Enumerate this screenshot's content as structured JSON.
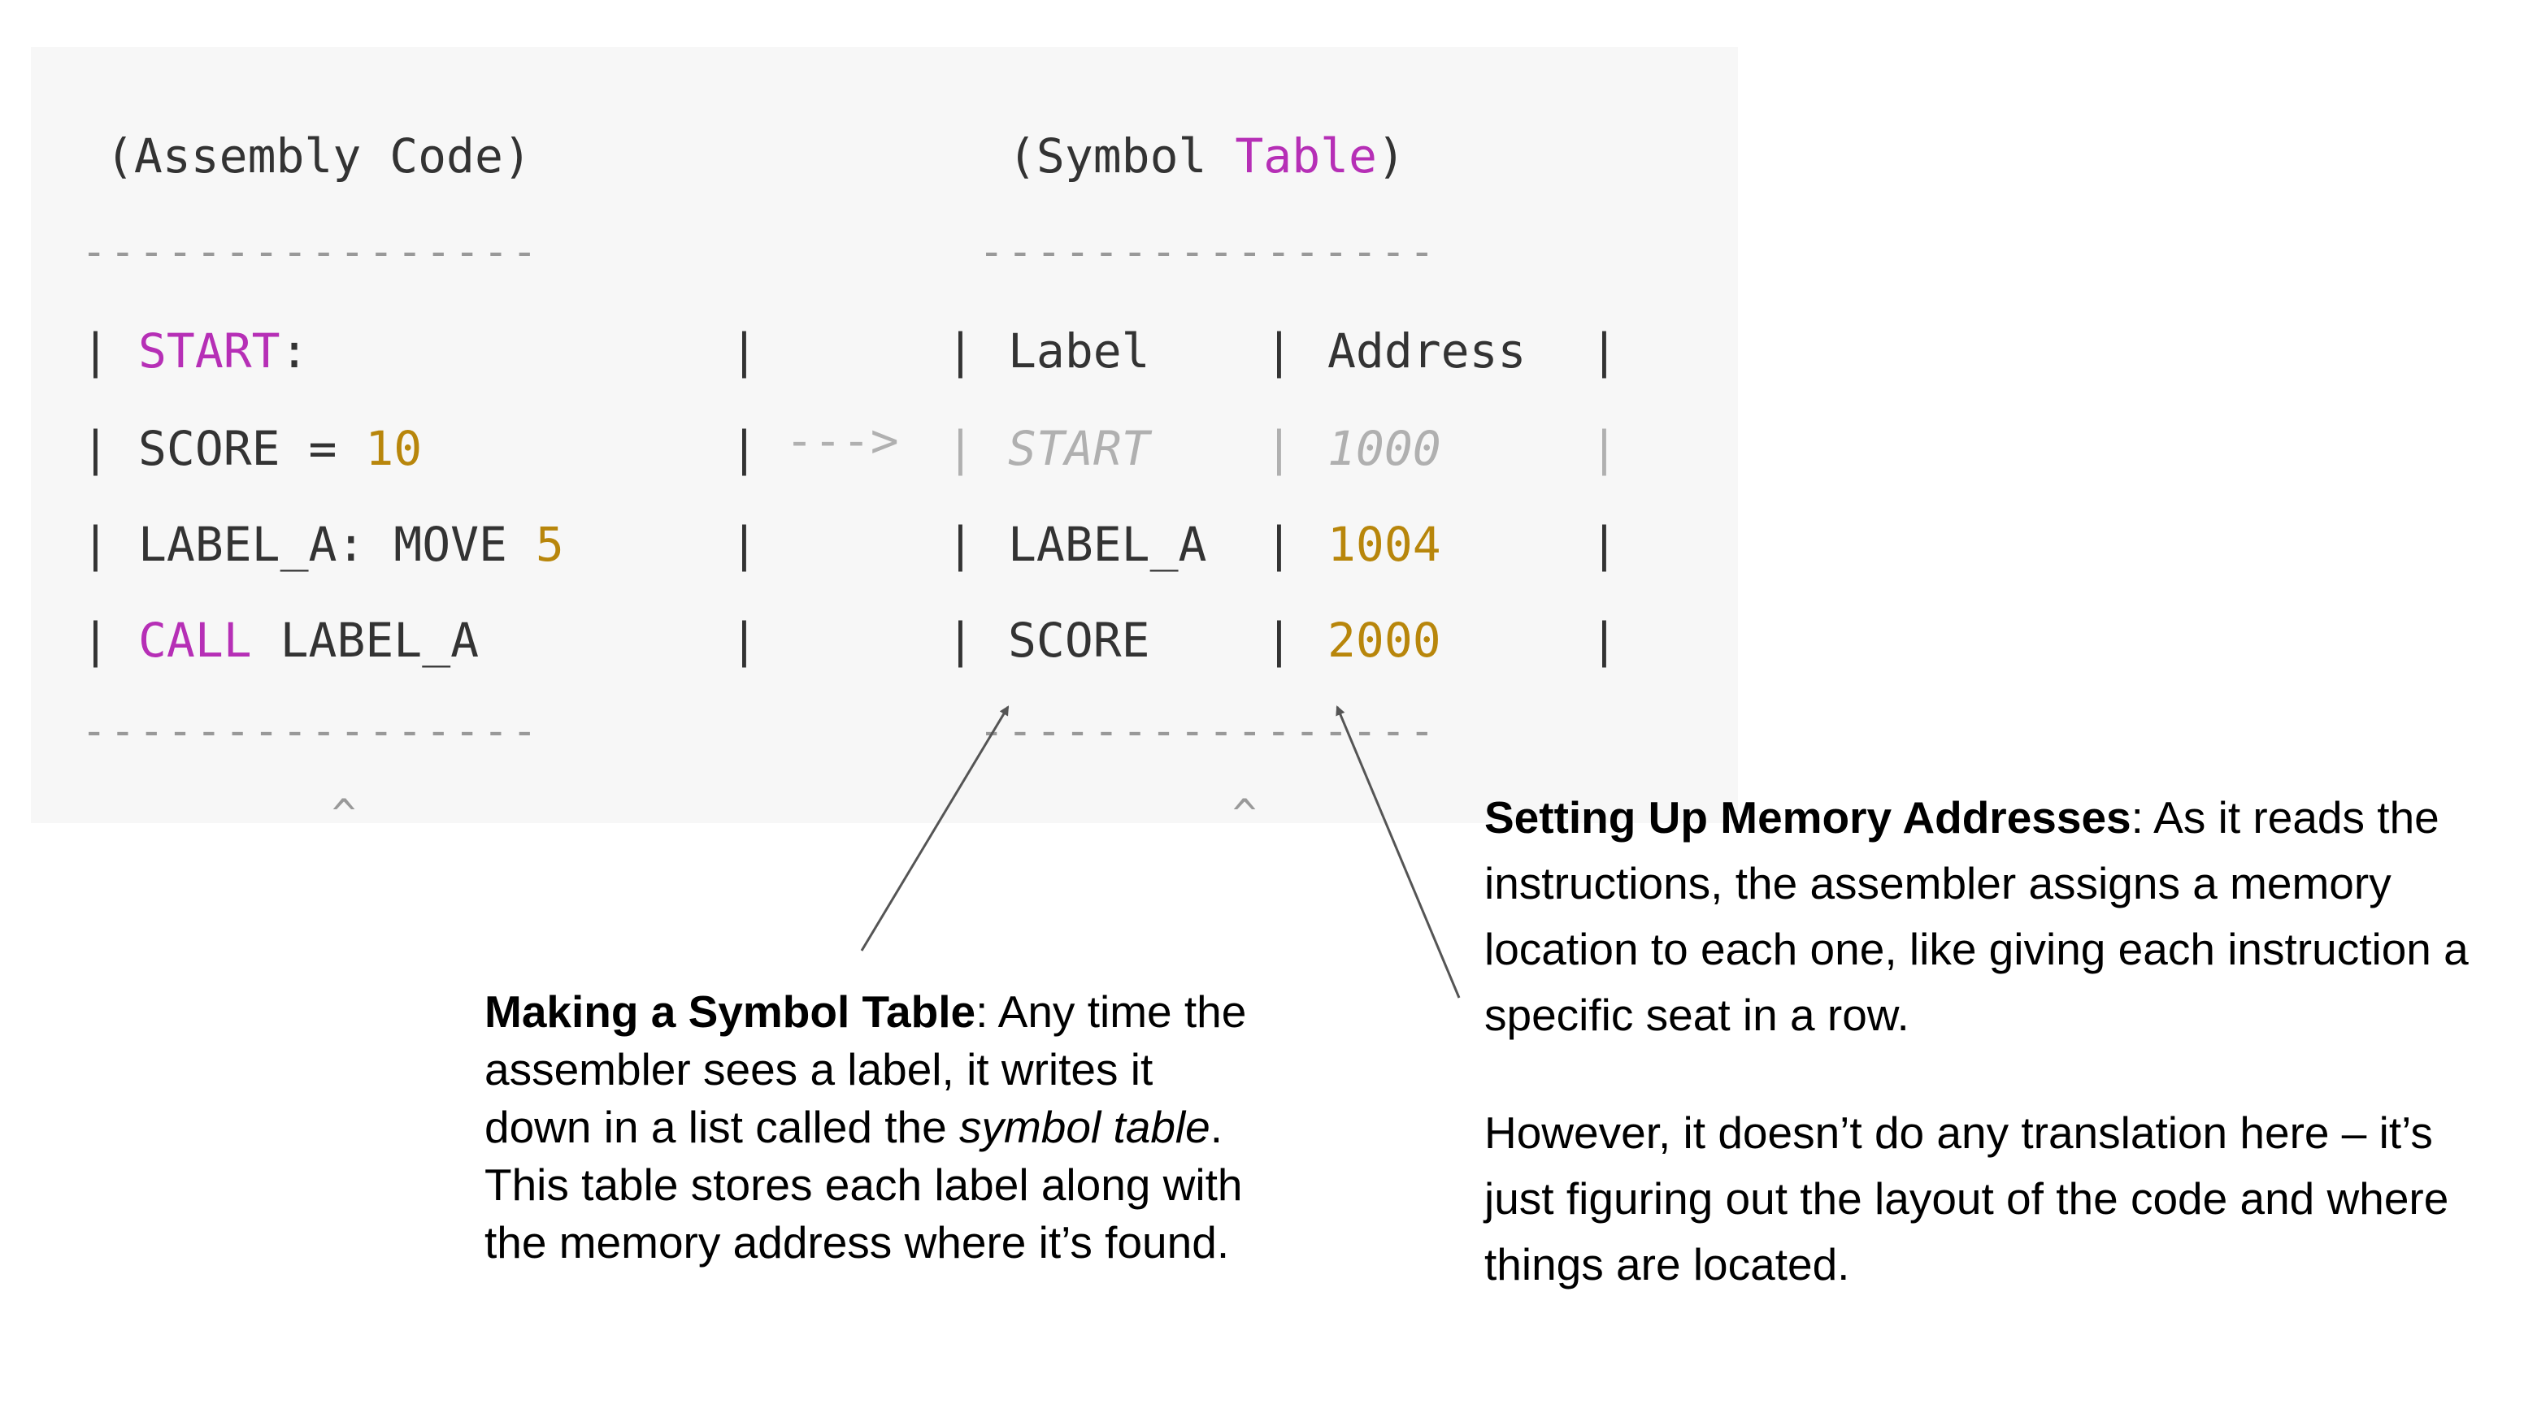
{
  "assembly": {
    "heading": "(Assembly Code)",
    "rows": [
      [
        {
          "t": "START",
          "c": "kw"
        },
        {
          "t": ":",
          "c": ""
        }
      ],
      [
        {
          "t": "SCORE = ",
          "c": ""
        },
        {
          "t": "10",
          "c": "num"
        }
      ],
      [
        {
          "t": "LABEL_A: MOVE ",
          "c": ""
        },
        {
          "t": "5",
          "c": "num"
        }
      ],
      [
        {
          "t": "CALL",
          "c": "kw"
        },
        {
          "t": " LABEL_A",
          "c": ""
        }
      ]
    ]
  },
  "symbol_table": {
    "heading_prefix": "(Symbol ",
    "heading_keyword": "Table",
    "heading_suffix": ")",
    "columns": [
      "Label",
      "Address"
    ],
    "rows": [
      {
        "label": "START",
        "address": "1000",
        "faded": true
      },
      {
        "label": "LABEL_A",
        "address": "1004",
        "faded": false
      },
      {
        "label": "SCORE",
        "address": "2000",
        "faded": false
      }
    ]
  },
  "arrow_text": "--->",
  "divider": "----------------",
  "caret": "^",
  "annotations": {
    "symbol_table": {
      "title": "Making a Symbol Table",
      "text_1": ": Any time the assembler sees a label, it writes it down in a list called the ",
      "text_italic": "symbol table",
      "text_2": ". This table stores each label along with the memory address where it’s found."
    },
    "memory": {
      "title": "Setting Up Memory Addresses",
      "text": ": As it reads the instructions, the assembler assigns a memory location to each one, like giving each instruction a specific seat in a row.",
      "paragraph_2": "However, it doesn’t do any translation here – it’s just figuring out the layout of the code and where things are located."
    }
  }
}
